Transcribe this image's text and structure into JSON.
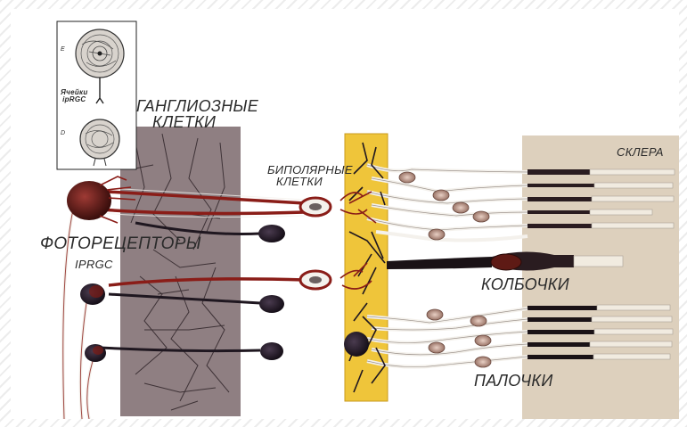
{
  "labels": {
    "ganglion_line1": "ГАНГЛИОЗНЫЕ",
    "ganglion_line2": "КЛЕТКИ",
    "bipolar_line1": "БИПОЛЯРНЫЕ",
    "bipolar_line2": "КЛЕТКИ",
    "sclera": "СКЛЕРА",
    "photoreceptors": "ФОТОРЕЦЕПТОРЫ",
    "iprgc": "IPRGC",
    "cones": "КОЛБОЧКИ",
    "rods": "ПАЛОЧКИ",
    "inset_cells_line1": "Ячейки",
    "inset_cells_line2": "ipRGC",
    "inset_e": "E",
    "inset_d": "D"
  },
  "colors": {
    "ganglion_layer": "#8f7f82",
    "bipolar_layer": "#efc53a",
    "sclera_layer": "#ddd0bd",
    "iprgc_cell": "#7a1a14",
    "dark_neuron": "#1f1720",
    "axon_red": "#8a1d18",
    "white_axon": "#f4f1ec"
  }
}
